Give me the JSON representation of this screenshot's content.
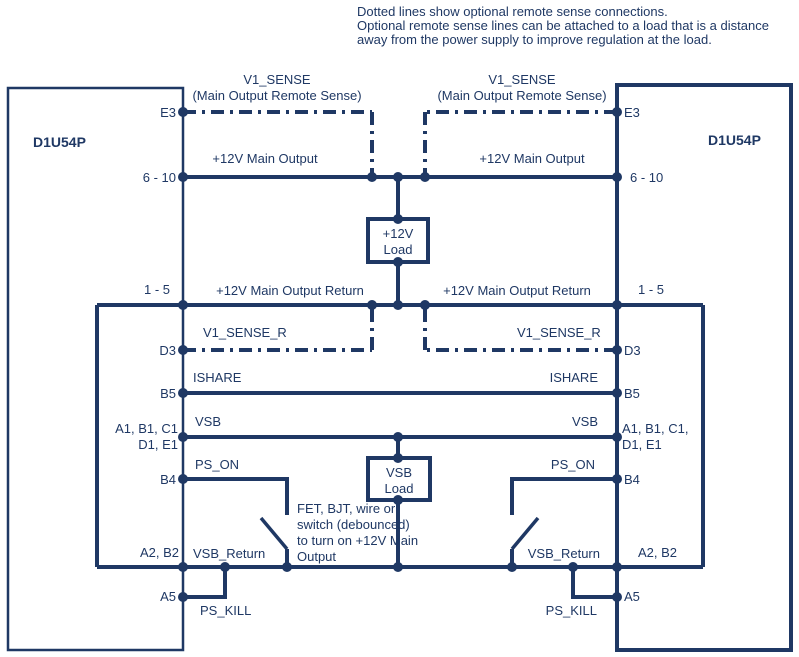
{
  "colors": {
    "line": "#1f3864",
    "text": "#1f3864",
    "background": "#ffffff"
  },
  "note": {
    "line1": "Dotted lines show optional remote sense connections.",
    "line2": "Optional remote sense lines can be attached to a load that is a distance",
    "line3": "away from the power supply to improve regulation at the load."
  },
  "psu_left": {
    "name": "D1U54P",
    "pins": {
      "e3": "E3",
      "main": "6 - 10",
      "ret": "1 - 5",
      "d3": "D3",
      "b5": "B5",
      "vsb_a": "A1, B1, C1",
      "vsb_b": "D1, E1",
      "b4": "B4",
      "a2b2": "A2, B2",
      "a5": "A5"
    }
  },
  "psu_right": {
    "name": "D1U54P",
    "pins": {
      "e3": "E3",
      "main": "6 - 10",
      "ret": "1 - 5",
      "d3": "D3",
      "b5": "B5",
      "vsb_a": "A1, B1, C1,",
      "vsb_b": "D1, E1",
      "b4": "B4",
      "a2b2": "A2, B2",
      "a5": "A5"
    }
  },
  "signals": {
    "v1_sense": "V1_SENSE",
    "v1_sense_sub": "(Main Output Remote Sense)",
    "main_output": "+12V Main Output",
    "main_return": "+12V Main Output Return",
    "v1_sense_r": "V1_SENSE_R",
    "ishare": "ISHARE",
    "vsb": "VSB",
    "ps_on": "PS_ON",
    "vsb_return": "VSB_Return",
    "ps_kill": "PS_KILL"
  },
  "loads": {
    "main": {
      "line1": "+12V",
      "line2": "Load"
    },
    "vsb": {
      "line1": "VSB",
      "line2": "Load"
    }
  },
  "switch_note": {
    "line1": "FET, BJT, wire or",
    "line2": "switch (debounced)",
    "line3": "to turn on +12V Main",
    "line4": "Output"
  }
}
